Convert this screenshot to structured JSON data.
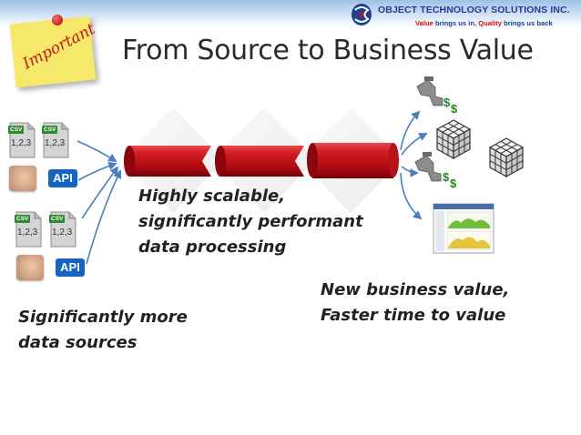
{
  "company": {
    "name": "OBJECT TECHNOLOGY SOLUTIONS INC.",
    "tagline_part1": "Value",
    "tagline_part2": " brings us in, ",
    "tagline_part3": "Quality",
    "tagline_part4": " brings us back"
  },
  "note": {
    "text": "Important"
  },
  "slide": {
    "title": "From Source to Business Value"
  },
  "sources": {
    "csv_tag": "CSV",
    "csv_values": "1,2,3",
    "api_label": "API"
  },
  "labels": {
    "processing_line1": "Highly scalable,",
    "processing_line2": "significantly performant",
    "processing_line3": "data processing",
    "value_line1": "New business value,",
    "value_line2": "Faster time to value",
    "sources_line1": "Significantly more",
    "sources_line2": "data sources"
  },
  "icons": {
    "logo": "company-logo-icon",
    "faucet": "faucet-money-icon",
    "cube": "rubiks-cube-icon",
    "dashboard": "dashboard-screenshot-icon",
    "hand": "hand-touch-icon",
    "csv": "csv-document-icon"
  },
  "colors": {
    "pipe_red": "#c8101a",
    "title": "#2a2a2a",
    "company_blue": "#1f3f8f",
    "api_blue": "#1565c0",
    "csv_green": "#2e8a2e",
    "note_yellow": "#f5e86a",
    "note_text_red": "#c21818",
    "arrow_blue": "#4a7fc0"
  }
}
